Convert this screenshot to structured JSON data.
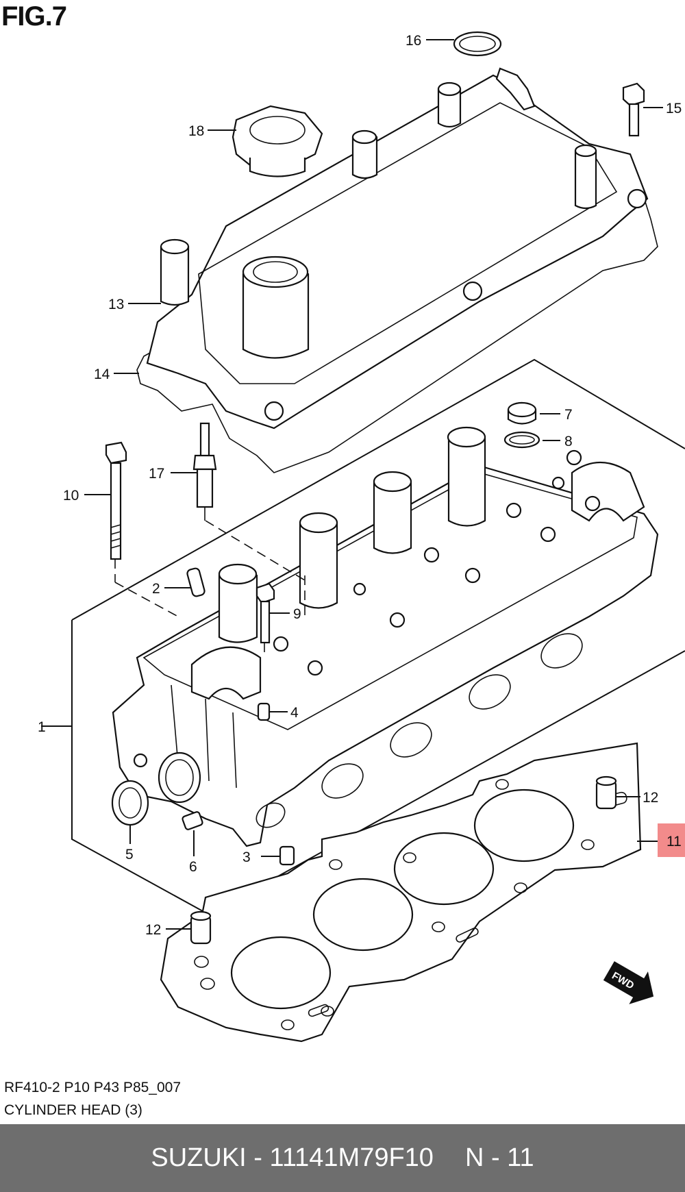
{
  "figure_label": "FIG.7",
  "diagram_code": "RF410-2 P10 P43 P85_007",
  "diagram_title": "CYLINDER HEAD (3)",
  "fwd_badge": "FWD",
  "highlight_color": "#f28b8b",
  "footer": {
    "part": "SUZUKI - 11141M79F10",
    "ref": "N - 11",
    "background": "#6e6e6e"
  },
  "callouts": {
    "c1": "1",
    "c2": "2",
    "c3": "3",
    "c4": "4",
    "c5": "5",
    "c6": "6",
    "c7": "7",
    "c8": "8",
    "c9": "9",
    "c10": "10",
    "c11": "11",
    "c12a": "12",
    "c12b": "12",
    "c13": "13",
    "c14": "14",
    "c15": "15",
    "c16": "16",
    "c17": "17",
    "c18": "18"
  }
}
